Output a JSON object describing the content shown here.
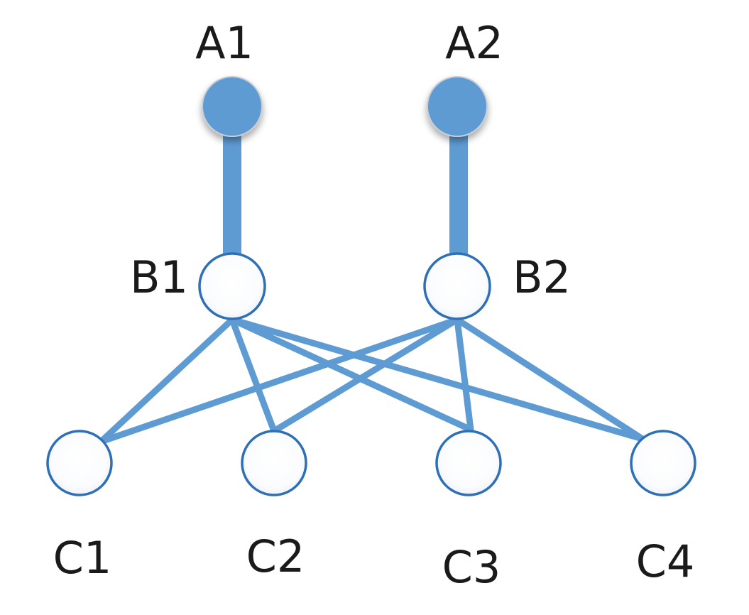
{
  "colors": {
    "accent": "#5f9bd3",
    "node_outline": "#2e6fb5",
    "label": "#1a1a1a",
    "background": "#ffffff"
  },
  "nodes": {
    "A1": {
      "label": "A1",
      "style": "filled"
    },
    "A2": {
      "label": "A2",
      "style": "filled"
    },
    "B1": {
      "label": "B1",
      "style": "hollow"
    },
    "B2": {
      "label": "B2",
      "style": "hollow"
    },
    "C1": {
      "label": "C1",
      "style": "hollow"
    },
    "C2": {
      "label": "C2",
      "style": "hollow"
    },
    "C3": {
      "label": "C3",
      "style": "hollow"
    },
    "C4": {
      "label": "C4",
      "style": "hollow"
    }
  },
  "edges": [
    {
      "from": "A1",
      "to": "B1",
      "weight": "thick"
    },
    {
      "from": "A2",
      "to": "B2",
      "weight": "thick"
    },
    {
      "from": "B1",
      "to": "C1",
      "weight": "thin"
    },
    {
      "from": "B1",
      "to": "C2",
      "weight": "thin"
    },
    {
      "from": "B1",
      "to": "C3",
      "weight": "thin"
    },
    {
      "from": "B1",
      "to": "C4",
      "weight": "thin"
    },
    {
      "from": "B2",
      "to": "C1",
      "weight": "thin"
    },
    {
      "from": "B2",
      "to": "C2",
      "weight": "thin"
    },
    {
      "from": "B2",
      "to": "C3",
      "weight": "thin"
    },
    {
      "from": "B2",
      "to": "C4",
      "weight": "thin"
    }
  ]
}
